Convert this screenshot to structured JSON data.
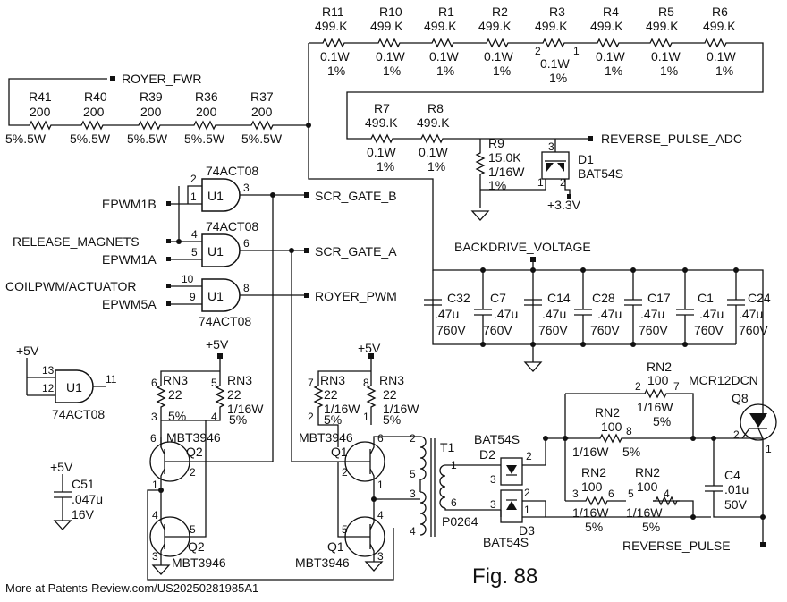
{
  "nets": {
    "royer_fwr": "ROYER_FWR",
    "reverse_pulse_adc": "REVERSE_PULSE_ADC",
    "scr_gate_b": "SCR_GATE_B",
    "scr_gate_a": "SCR_GATE_A",
    "royer_pwm": "ROYER_PWM",
    "backdrive_voltage": "BACKDRIVE_VOLTAGE",
    "reverse_pulse": "REVERSE_PULSE",
    "epwm1b": "EPWM1B",
    "release_magnets": "RELEASE_MAGNETS",
    "epwm1a": "EPWM1A",
    "coilpwm_actuator": "COILPWM/ACTUATOR",
    "epwm5a": "EPWM5A",
    "plus5v": "+5V",
    "plus3v3": "+3.3V"
  },
  "top_resistors": [
    {
      "ref": "R11",
      "value": "499.K",
      "power": "0.1W",
      "tol": "1%"
    },
    {
      "ref": "R10",
      "value": "499.K",
      "power": "0.1W",
      "tol": "1%"
    },
    {
      "ref": "R1",
      "value": "499.K",
      "power": "0.1W",
      "tol": "1%"
    },
    {
      "ref": "R2",
      "value": "499.K",
      "power": "0.1W",
      "tol": "1%"
    },
    {
      "ref": "R3",
      "value": "499.K",
      "power": "0.1W",
      "tol": "1%"
    },
    {
      "ref": "R4",
      "value": "499.K",
      "power": "0.1W",
      "tol": "1%"
    },
    {
      "ref": "R5",
      "value": "499.K",
      "power": "0.1W",
      "tol": "1%"
    },
    {
      "ref": "R6",
      "value": "499.K",
      "power": "0.1W",
      "tol": "1%"
    }
  ],
  "r3_pins": {
    "a": "2",
    "b": "1"
  },
  "mid_resistors": [
    {
      "ref": "R7",
      "value": "499.K",
      "power": "0.1W",
      "tol": "1%"
    },
    {
      "ref": "R8",
      "value": "499.K",
      "power": "0.1W",
      "tol": "1%"
    }
  ],
  "r9": {
    "ref": "R9",
    "value": "15.0K",
    "power": "1/16W",
    "tol": "1%"
  },
  "d1": {
    "ref": "D1",
    "part": "BAT54S",
    "pin_top": "3",
    "pin_left": "1",
    "pin_right": "2"
  },
  "royer_resistors": [
    {
      "ref": "R41",
      "value": "200",
      "rating": "5%.5W"
    },
    {
      "ref": "R40",
      "value": "200",
      "rating": "5%.5W"
    },
    {
      "ref": "R39",
      "value": "200",
      "rating": "5%.5W"
    },
    {
      "ref": "R36",
      "value": "200",
      "rating": "5%.5W"
    },
    {
      "ref": "R37",
      "value": "200",
      "rating": "5%.5W"
    }
  ],
  "gates": {
    "ref": "U1",
    "part": "74ACT08",
    "g1_pins": {
      "a": "2",
      "b": "1",
      "out": "3"
    },
    "g2_pins": {
      "a": "4",
      "b": "5",
      "out": "6"
    },
    "g3_pins": {
      "a": "10",
      "b": "9",
      "out": "8"
    },
    "g4_pins": {
      "a": "13",
      "b": "12",
      "out": "11"
    }
  },
  "capacitors": [
    {
      "ref": "C32",
      "value": ".47u",
      "voltage": "760V"
    },
    {
      "ref": "C7",
      "value": ".47u",
      "voltage": "760V"
    },
    {
      "ref": "C14",
      "value": ".47u",
      "voltage": "760V"
    },
    {
      "ref": "C28",
      "value": ".47u",
      "voltage": "760V"
    },
    {
      "ref": "C17",
      "value": ".47u",
      "voltage": "760V"
    },
    {
      "ref": "C1",
      "value": ".47u",
      "voltage": "760V"
    },
    {
      "ref": "C24",
      "value": ".47u",
      "voltage": "760V"
    }
  ],
  "c51": {
    "ref": "C51",
    "value": ".047u",
    "voltage": "16V"
  },
  "c4": {
    "ref": "C4",
    "value": ".01u",
    "voltage": "50V"
  },
  "rn3": {
    "ref": "RN3",
    "value": "22",
    "power": "1/16W",
    "tol": "5%"
  },
  "rn3_pins": {
    "left_a": "6",
    "left_b": "3",
    "right_a": "5",
    "right_b": "4",
    "r_left_a": "7",
    "r_left_b": "2",
    "r_right_a": "8",
    "r_right_b": "1"
  },
  "rn2": {
    "ref": "RN2",
    "value": "100",
    "power": "1/16W",
    "tol": "5%"
  },
  "rn2_pins": {
    "top_a": "2",
    "top_b": "7",
    "mid_b": "8",
    "low_a": "3",
    "low_b": "6",
    "low2_a": "5",
    "low2_b": "4"
  },
  "transistors": {
    "q1": "Q1",
    "q2": "Q2",
    "part": "MBT3946"
  },
  "q_pins": {
    "p6": "6",
    "p2": "2",
    "p1": "1",
    "p4": "4",
    "p5": "5",
    "p3": "3"
  },
  "t1": {
    "ref": "T1",
    "part": "P0264",
    "pins": [
      "2",
      "5",
      "1",
      "6",
      "3",
      "4"
    ]
  },
  "d2": {
    "ref": "D2",
    "part": "BAT54S"
  },
  "d3": {
    "ref": "D3",
    "part": "BAT54S"
  },
  "d_pins": {
    "p2": "2",
    "p3": "3",
    "p1": "1"
  },
  "q8": {
    "ref": "Q8",
    "part": "MCR12DCN",
    "pin_gate": "2",
    "pin_cathode": "1"
  },
  "caption": "Fig. 88",
  "footer": "More at Patents-Review.com/US20250281985A1"
}
